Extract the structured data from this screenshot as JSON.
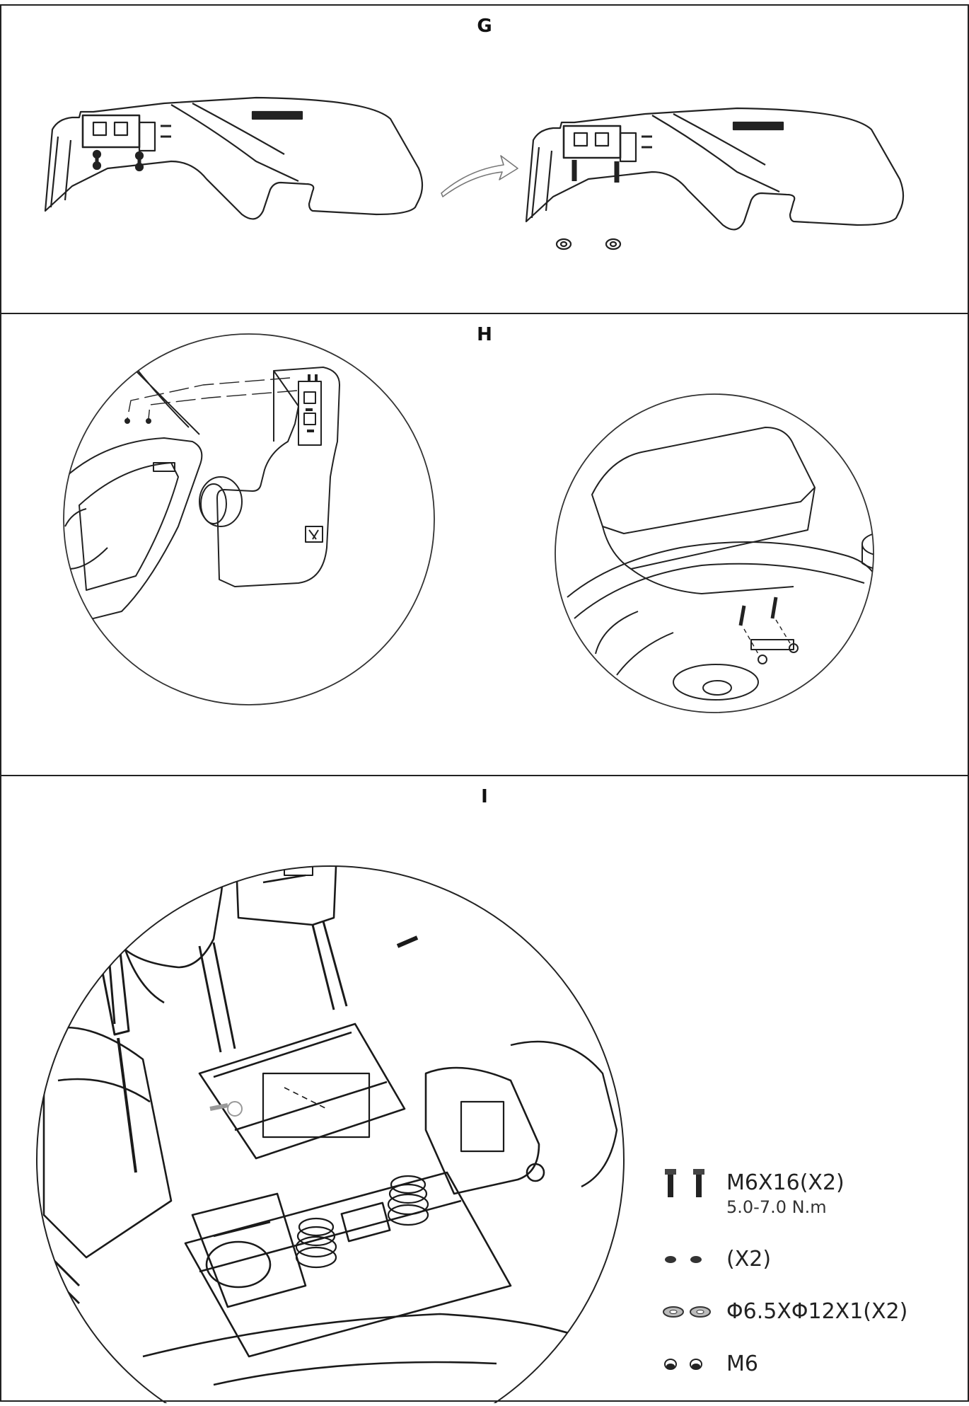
{
  "panels": {
    "g": {
      "label": "G"
    },
    "h": {
      "label": "H"
    },
    "i": {
      "label": "I"
    }
  },
  "legend": {
    "bolt": {
      "spec": "M6X16(X2)",
      "torque": "5.0-7.0 N.m"
    },
    "lock_washer": {
      "spec": "(X2)"
    },
    "flat_washer": {
      "spec": "Φ6.5XΦ12X1(X2)"
    },
    "nut": {
      "spec": "M6"
    }
  }
}
